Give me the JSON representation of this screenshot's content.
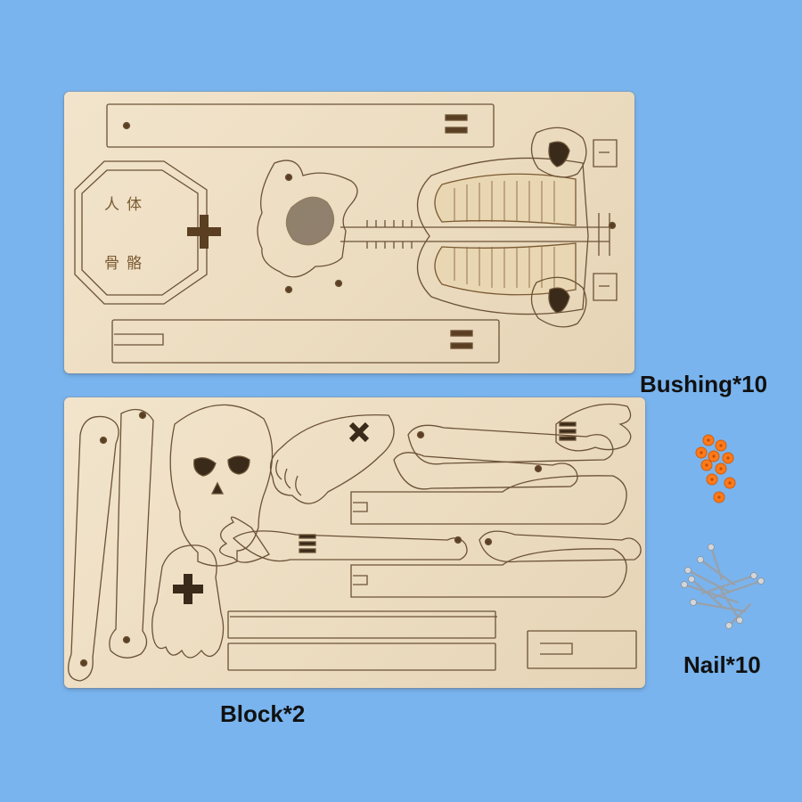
{
  "labels": {
    "bushing": "Bushing*10",
    "nail": "Nail*10",
    "block": "Block*2"
  },
  "engraving": {
    "line1": "人体",
    "line2": "骨骼"
  },
  "colors": {
    "background": "#79b4ee",
    "wood": "#ecdcc0",
    "cut_line": "#6b5236",
    "bushing": "#ff7a1a",
    "nail": "#b8bcc2"
  }
}
